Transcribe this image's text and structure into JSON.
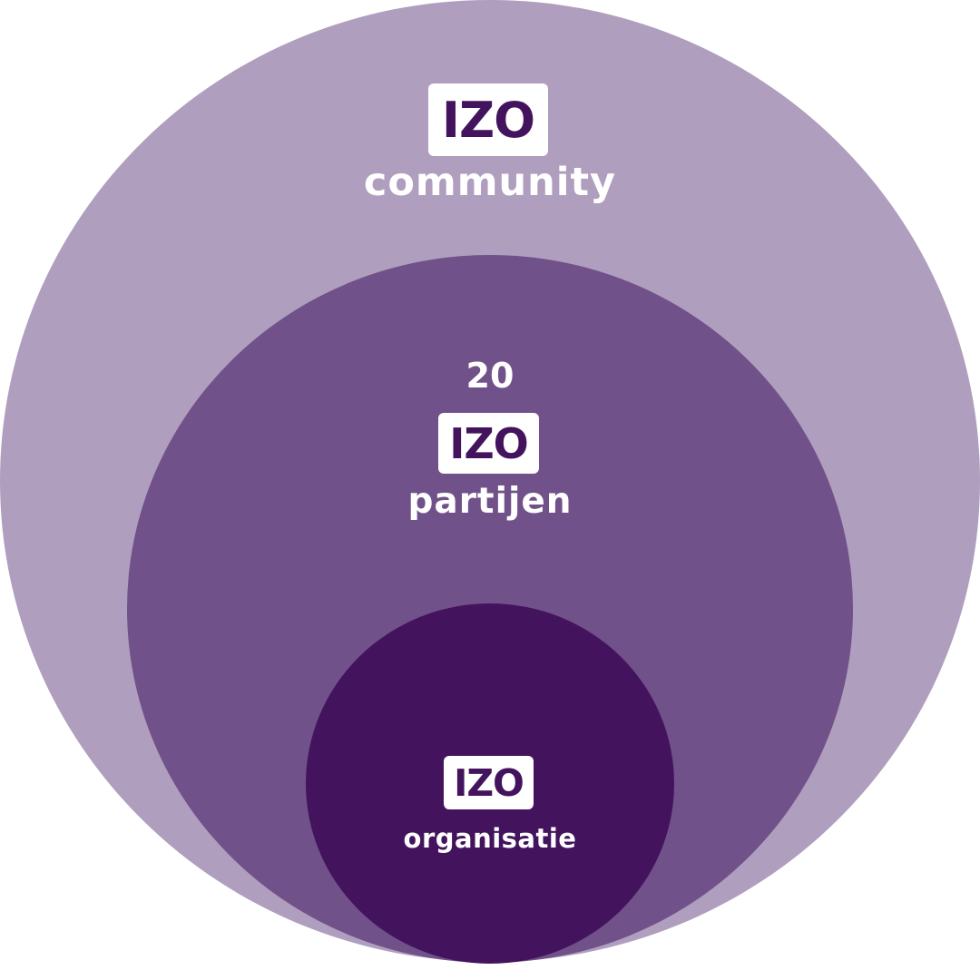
{
  "colors": {
    "outer": "#AF9EBE",
    "middle": "#715189",
    "inner": "#43145D",
    "badge_bg": "#FFFFFF",
    "badge_text": "#43145D",
    "label_text": "#FFFFFF"
  },
  "logo_text": "IZO",
  "rings": [
    {
      "id": "community",
      "logo": "IZO",
      "count": "",
      "label": "community"
    },
    {
      "id": "partijen",
      "logo": "IZO",
      "count": "20",
      "label": "partijen"
    },
    {
      "id": "organisatie",
      "logo": "IZO",
      "count": "",
      "label": "organisatie"
    }
  ]
}
